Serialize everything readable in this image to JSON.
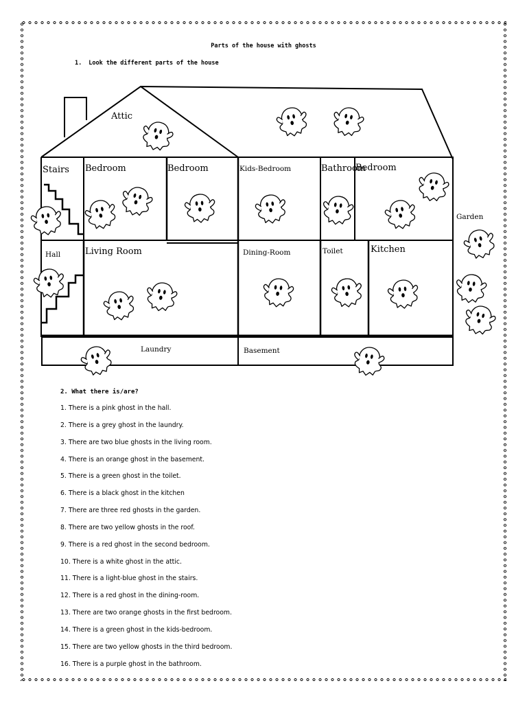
{
  "title": "Parts of the house with ghosts",
  "section1": {
    "number": "1.",
    "text": "Look the different parts of the house"
  },
  "rooms": {
    "attic": "Attic",
    "stairs": "Stairs",
    "bedroom1": "Bedroom",
    "bedroom2": "Bedroom",
    "kids_bedroom": "Kids-Bedroom",
    "bathroom": "Bathroom",
    "bedroom3": "Bedroom",
    "garden": "Garden",
    "hall": "Hall",
    "living_room": "Living Room",
    "dining_room": "Dining-Room",
    "toilet": "Toilet",
    "kitchen": "Kitchen",
    "laundry": "Laundry",
    "basement": "Basement"
  },
  "section2": "2. What there is/are?",
  "sentences": [
    "1. There is a pink ghost in the hall.",
    "2. There is a grey ghost in the laundry.",
    "3. There are two blue ghosts in the living room.",
    "4. There is an orange ghost in the basement.",
    "5. There is a green ghost in the toilet.",
    "6. There is a black ghost in the kitchen",
    "7. There are three red ghosts in the garden.",
    "8. There are two yellow ghosts in the roof.",
    "9. There is a red ghost in the second bedroom.",
    "10. There is a white ghost in the attic.",
    "11. There is a light-blue ghost in the stairs.",
    "12. There is a red ghost in the dining-room.",
    "13. There are two orange ghosts in the first bedroom.",
    "14. There is a green ghost in the kids-bedroom.",
    "15. There are two yellow ghosts in the third bedroom.",
    "16. There is a purple ghost in the bathroom."
  ],
  "icons": {
    "ghost": "ghost-icon"
  }
}
